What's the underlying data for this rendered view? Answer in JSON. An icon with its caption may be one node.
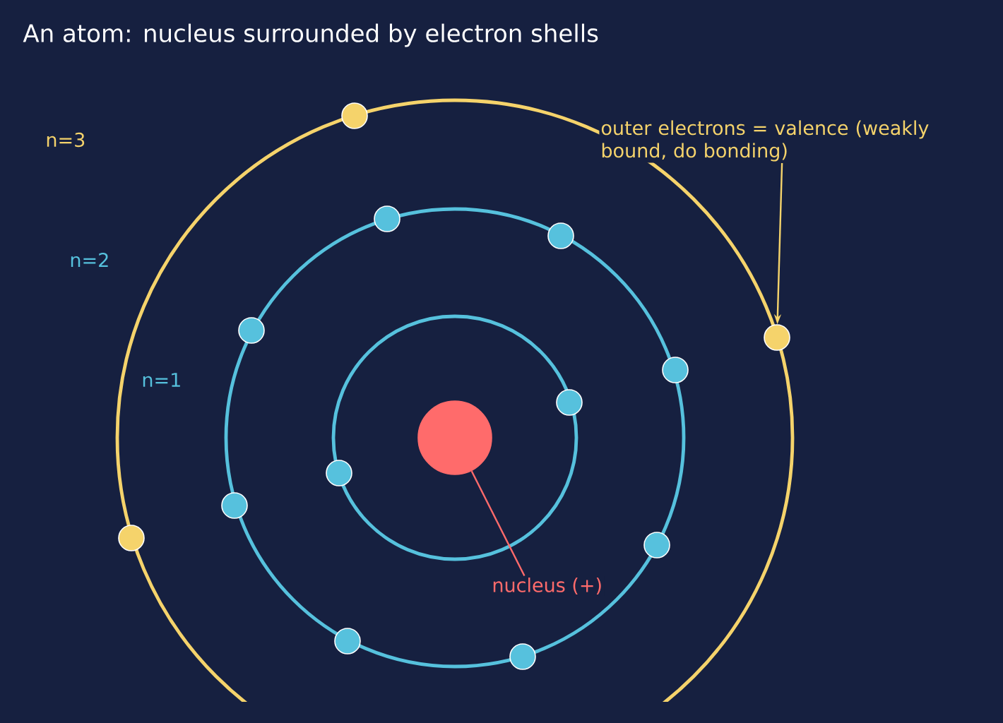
{
  "diagram": {
    "title": "An atom: nucleus surrounded by electron shells",
    "nodes": [
      {
        "text": [
          "outer electrons = valence (weakly bound, do bonding)"
        ]
      },
      {
        "text": [],
        "shape": "circle"
      },
      {
        "text": [],
        "shape": "circle"
      },
      {
        "text": [
          "nucleus (+)"
        ]
      }
    ],
    "edges": [
      {
        "from": 0,
        "to": 1,
        "arrow": "to",
        "color": "#f5d36b"
      },
      {
        "from": 3,
        "to": 2,
        "arrow": "none",
        "color": "#ff6b6b"
      }
    ],
    "labels": [
      "n=3",
      "n=2",
      "n=1"
    ]
  }
}
